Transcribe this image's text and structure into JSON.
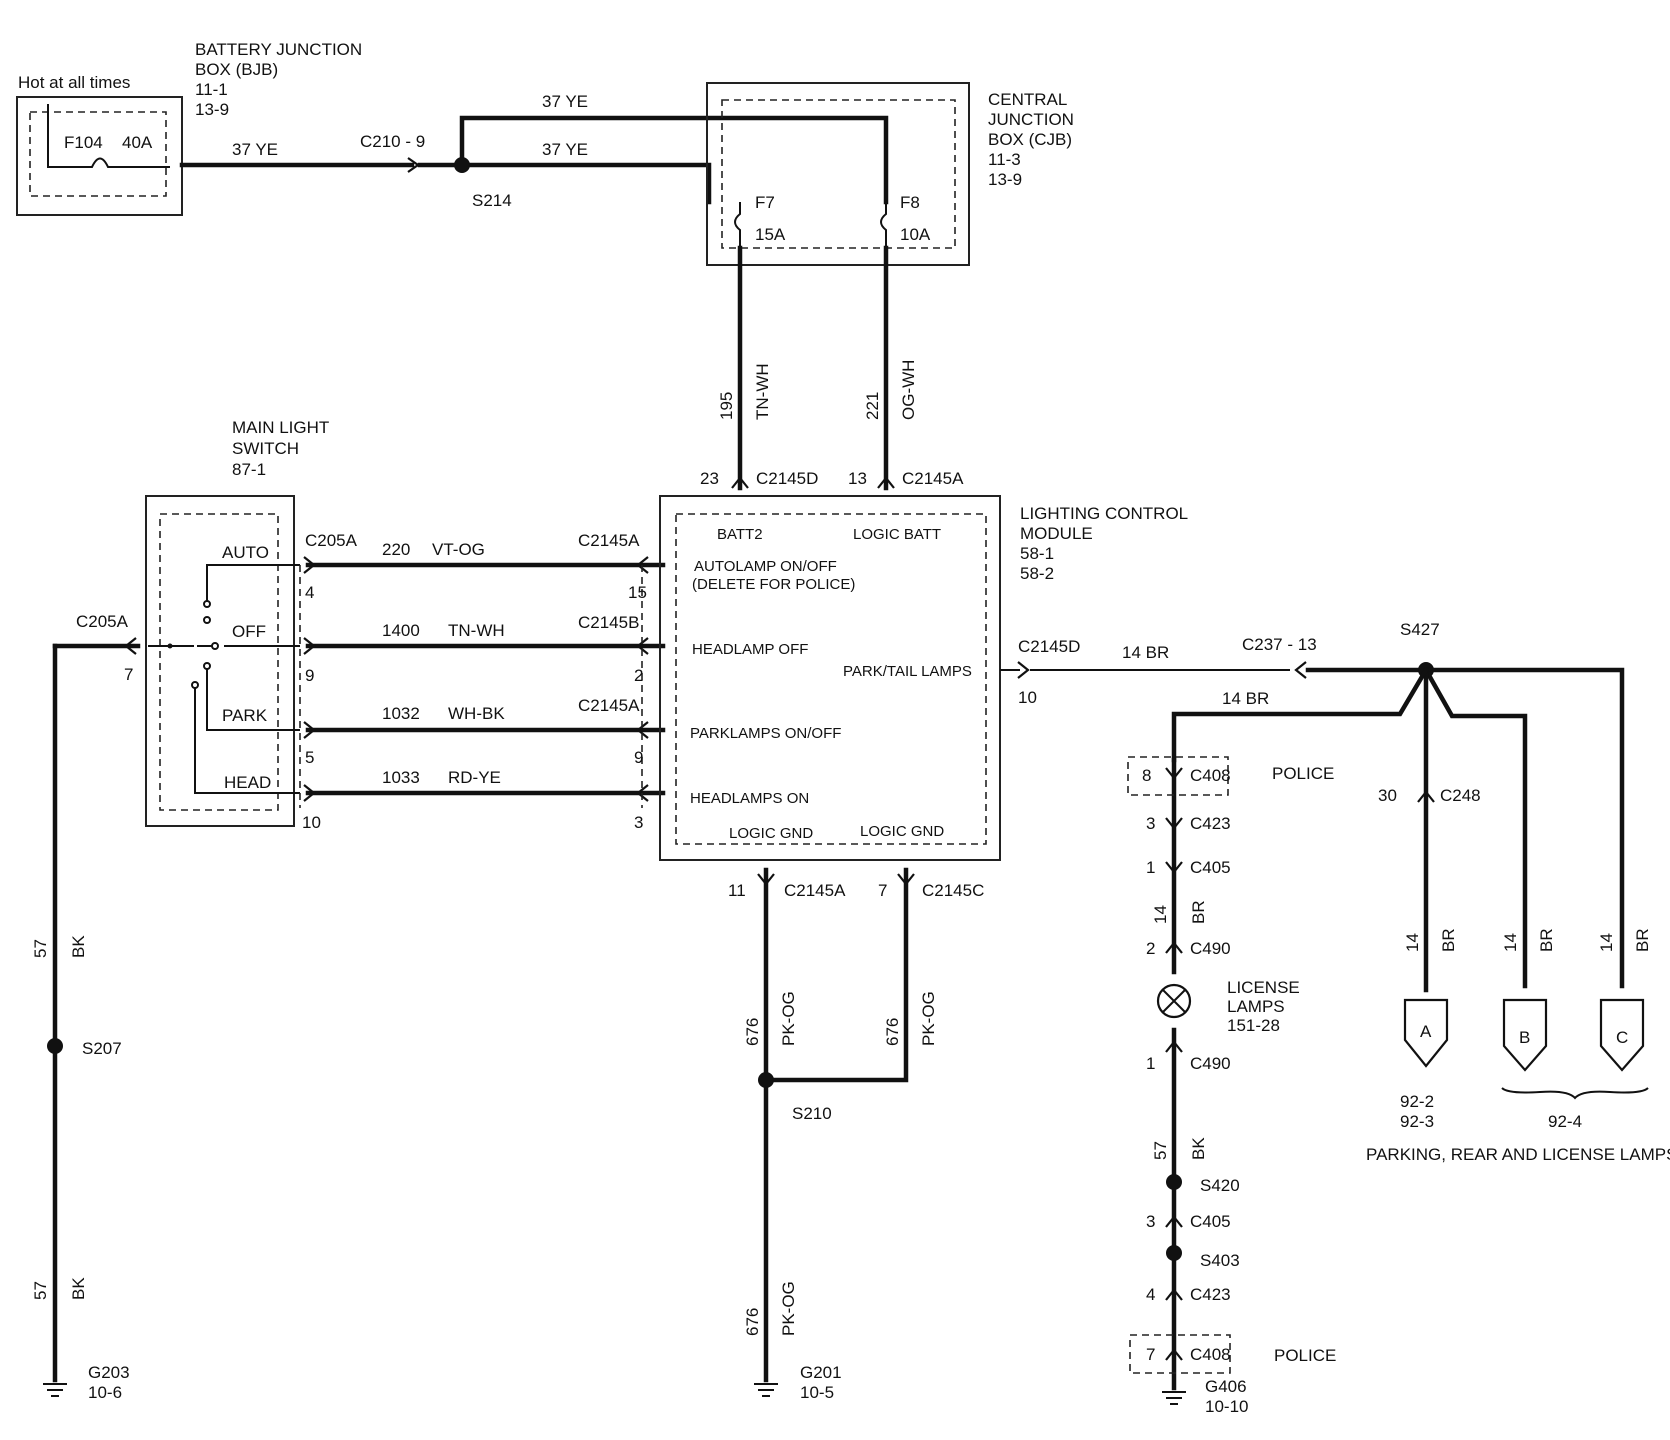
{
  "battery_junction_box": {
    "title_line1": "BATTERY  JUNCTION",
    "title_line2": "BOX (BJB)",
    "ref1": "11-1",
    "ref2": "13-9",
    "hot_label": "Hot at all times",
    "fuse_label": "F104",
    "fuse_rating": "40A"
  },
  "central_junction_box": {
    "title_line1": "CENTRAL",
    "title_line2": "JUNCTION",
    "title_line3": "BOX (CJB)",
    "ref1": "11-3",
    "ref2": "13-9",
    "fuse_f7": "F7",
    "fuse_f7_rating": "15A",
    "fuse_f8": "F8",
    "fuse_f8_rating": "10A"
  },
  "top_wires": {
    "c210_label": "C210  -  9",
    "c210_wire": "37   YE",
    "upper_wire": "37   YE",
    "lower_wire": "37   YE",
    "splice": "S214"
  },
  "cjb_outputs": {
    "f7_circuit": "195",
    "f7_color": "TN-WH",
    "f8_circuit": "221",
    "f8_color": "OG-WH",
    "f7_pin": "23",
    "f7_conn": "C2145D",
    "f8_pin": "13",
    "f8_conn": "C2145A"
  },
  "main_light_switch": {
    "title_line1": "MAIN LIGHT",
    "title_line2": "SWITCH",
    "ref": "87-1",
    "auto": "AUTO",
    "off": "OFF",
    "park": "PARK",
    "head": "HEAD"
  },
  "lcm": {
    "title_line1": "LIGHTING   CONTROL",
    "title_line2": "MODULE",
    "ref1": "58-1",
    "ref2": "58-2",
    "batt2": "BATT2",
    "logic_batt": "LOGIC BATT",
    "autolamp": "AUTOLAMP ON/OFF",
    "autolamp_note": "(DELETE FOR POLICE)",
    "headlamp_off": "HEADLAMP OFF",
    "park_tail": "PARK/TAIL LAMPS",
    "parklamps": "PARKLAMPS ON/OFF",
    "headlamps_on": "HEADLAMPS ON",
    "logic_gnd_1": "LOGIC GND",
    "logic_gnd_2": "LOGIC GND"
  },
  "switch_circuits": [
    {
      "sw_conn": "C205A",
      "sw_pin": "4",
      "circuit": "220",
      "color": "VT-OG",
      "lcm_conn": "C2145A",
      "lcm_pin": "15"
    },
    {
      "sw_conn": "",
      "sw_pin": "9",
      "circuit": "1400",
      "color": "TN-WH",
      "lcm_conn": "C2145B",
      "lcm_pin": "2"
    },
    {
      "sw_conn": "",
      "sw_pin": "5",
      "circuit": "1032",
      "color": "WH-BK",
      "lcm_conn": "C2145A",
      "lcm_pin": "9"
    },
    {
      "sw_conn": "",
      "sw_pin": "10",
      "circuit": "1033",
      "color": "RD-YE",
      "lcm_conn": "",
      "lcm_pin": "3"
    }
  ],
  "left_ground": {
    "conn": "C205A",
    "pin": "7",
    "circuit_upper": "57",
    "color_upper": "BK",
    "splice": "S207",
    "circuit_lower": "57",
    "color_lower": "BK",
    "ground": "G203",
    "ground_ref": "10-6"
  },
  "lcm_ground": {
    "pin_a": "11",
    "conn_a": "C2145A",
    "pin_c": "7",
    "conn_c": "C2145C",
    "circuit_a": "676",
    "color_a": "PK-OG",
    "circuit_c": "676",
    "color_c": "PK-OG",
    "splice": "S210",
    "circuit_lower": "676",
    "color_lower": "PK-OG",
    "ground": "G201",
    "ground_ref": "10-5"
  },
  "park_output": {
    "conn": "C2145D",
    "pin": "10",
    "wire": "14   BR",
    "c237": "C237  -  13",
    "splice": "S427",
    "branch_wire": "14   BR"
  },
  "license_chain": {
    "c408_pin": "8",
    "c408": "C408",
    "police_1": "POLICE",
    "c423_pin": "3",
    "c423": "C423",
    "c405_pin": "1",
    "c405": "C405",
    "circuit_14": "14",
    "color_br": "BR",
    "c490_pin_top": "2",
    "c490_top": "C490",
    "lamp_line1": "LICENSE",
    "lamp_line2": "LAMPS",
    "lamp_ref": "151-28",
    "c490_pin_bot": "1",
    "c490_bot": "C490",
    "circuit_57": "57",
    "color_bk": "BK",
    "s420": "S420",
    "c405b_pin": "3",
    "c405b": "C405",
    "s403": "S403",
    "c423b_pin": "4",
    "c423b": "C423",
    "c408b_pin": "7",
    "c408b": "C408",
    "police_2": "POLICE",
    "ground": "G406",
    "ground_ref": "10-10"
  },
  "right_branches": {
    "c248_pin": "30",
    "c248": "C248",
    "circuit_a": "14",
    "color_a": "BR",
    "circuit_b": "14",
    "color_b": "BR",
    "circuit_c": "14",
    "color_c": "BR",
    "label_a": "A",
    "label_b": "B",
    "label_c": "C",
    "ref_a1": "92-2",
    "ref_a2": "92-3",
    "ref_bc": "92-4",
    "caption": "PARKING, REAR AND LICENSE LAMPS"
  }
}
